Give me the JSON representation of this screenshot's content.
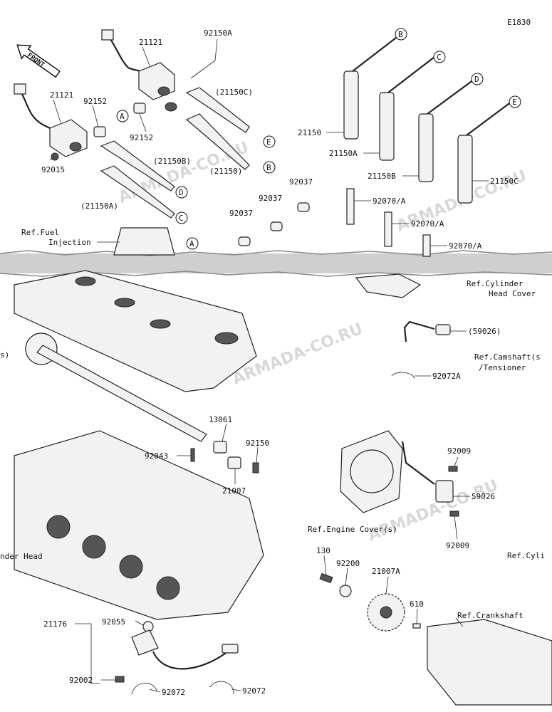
{
  "diagram": {
    "code": "E1830",
    "front_label": "FRONT",
    "watermark": "ARMADA-CO.RU",
    "refs": {
      "fuel_injection": [
        "Ref.Fuel",
        "Injection"
      ],
      "cylinder_head_cover": [
        "Ref.Cylinder",
        "Head Cover"
      ],
      "camshaft": [
        "Ref.Camshaft(s",
        "/Tensioner"
      ],
      "engine_cover": "Ref.Engine Cover(s)",
      "cylinder_head": "nder Head",
      "cylinder_right": "Ref.Cyli",
      "crankshaft": "Ref.Crankshaft",
      "left_edge": "s)"
    },
    "circle_markers": [
      "A",
      "B",
      "C",
      "D",
      "E"
    ],
    "parts": {
      "p21121_a": "21121",
      "p21121_b": "21121",
      "p92150a": "92150A",
      "p92152_a": "92152",
      "p92152_b": "92152",
      "p21150c_paren": "(21150C)",
      "p21150b_paren": "(21150B)",
      "p21150_paren": "(21150)",
      "p21150a_paren": "(21150A)",
      "p92015": "92015",
      "p21150": "21150",
      "p21150a": "21150A",
      "p21150b": "21150B",
      "p21150c": "21150C",
      "p92037_a": "92037",
      "p92037_b": "92037",
      "p92037_c": "92037",
      "p92070a_1": "92070/A",
      "p92070a_2": "92070/A",
      "p92070a_3": "92070/A",
      "p59026_paren": "(59026)",
      "p92072a": "92072A",
      "p13061": "13061",
      "p92150": "92150",
      "p92043": "92043",
      "p21007": "21007",
      "p92009_a": "92009",
      "p59026": "59026",
      "p92009_b": "92009",
      "p130": "130",
      "p92200": "92200",
      "p21007a": "21007A",
      "p610": "610",
      "p21176": "21176",
      "p92055": "92055",
      "p92002": "92002",
      "p92072_a": "92072",
      "p92072_b": "92072"
    }
  }
}
